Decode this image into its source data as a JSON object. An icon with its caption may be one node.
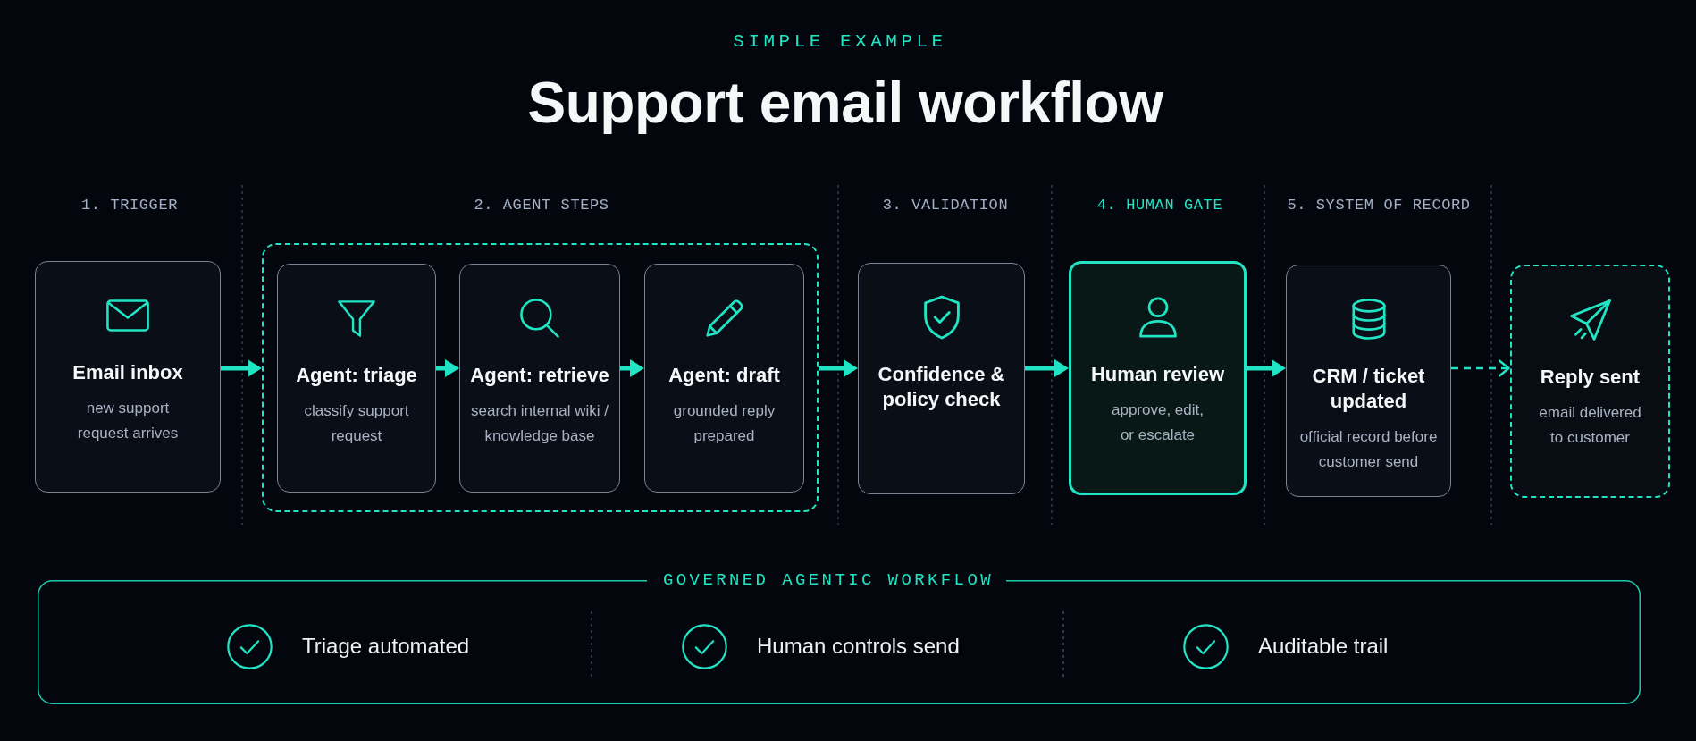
{
  "diagram": {
    "title": "Support email workflow",
    "nodes": [
      {
        "text": [
          "Email inbox",
          "new support request arrives"
        ]
      },
      {
        "text": [],
        "shape": "box"
      },
      {
        "text": [
          "Agent: triage",
          "classify support request"
        ],
        "in": 1
      },
      {
        "text": [
          "Agent: retrieve",
          "search internal wiki / knowledge base"
        ],
        "in": 1
      },
      {
        "text": [
          "Agent: draft",
          "grounded reply prepared"
        ],
        "in": 1
      },
      {
        "text": [
          "Confidence & policy check"
        ]
      },
      {
        "text": [
          "Human review",
          "approve, edit, or escalate"
        ]
      },
      {
        "text": [
          "CRM / ticket updated",
          "official record before customer send"
        ]
      },
      {
        "text": [
          "Reply sent",
          "email delivered to customer"
        ]
      },
      {
        "text": [
          "GOVERNED AGENTIC WORKFLOW",
          "Triage automated",
          "Human controls send",
          "Auditable trail"
        ]
      }
    ],
    "edges": [
      {
        "from": 0,
        "to": 1,
        "arrow": "to"
      },
      {
        "from": 2,
        "to": 3,
        "arrow": "to"
      },
      {
        "from": 3,
        "to": 4,
        "arrow": "to"
      },
      {
        "from": 1,
        "to": 5,
        "arrow": "to"
      },
      {
        "from": 5,
        "to": 6,
        "arrow": "to"
      },
      {
        "from": 6,
        "to": 7,
        "arrow": "to"
      },
      {
        "from": 7,
        "to": 8,
        "arrow": "to",
        "style": "dashed"
      }
    ],
    "labels": [
      "SIMPLE EXAMPLE",
      "1. TRIGGER",
      "2. AGENT STEPS",
      "3. VALIDATION",
      "4. HUMAN GATE",
      "5. SYSTEM OF RECORD"
    ]
  }
}
